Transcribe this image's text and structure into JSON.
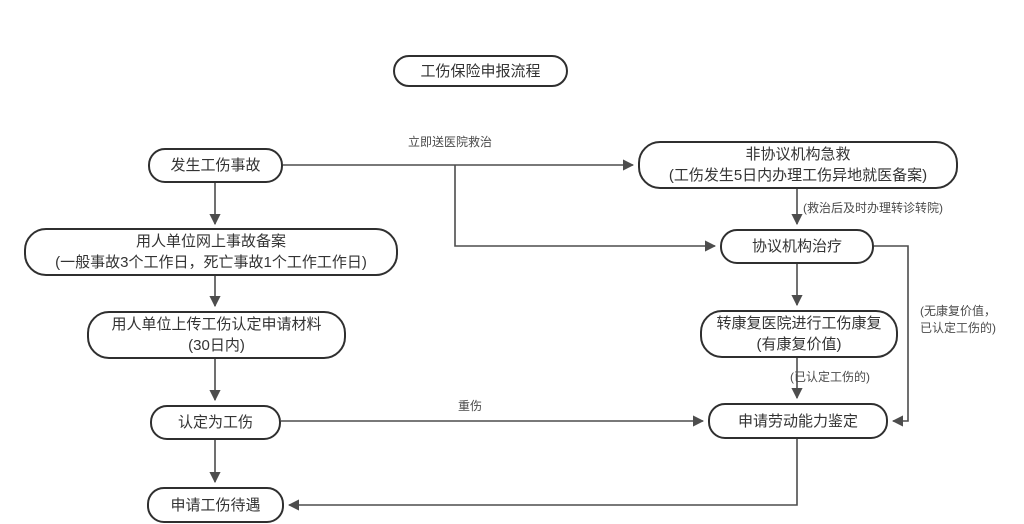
{
  "title": "工伤保险申报流程",
  "nodes": {
    "accident": {
      "label": "发生工伤事故"
    },
    "non_agreement": {
      "label": "非协议机构急救",
      "sub": "(工伤发生5日内办理工伤异地就医备案)"
    },
    "employer_filing": {
      "label": "用人单位网上事故备案",
      "sub": "(一般事故3个工作日，死亡事故1个工作工作日)"
    },
    "agreement": {
      "label": "协议机构治疗"
    },
    "upload": {
      "label": "用人单位上传工伤认定申请材料",
      "sub": "(30日内)"
    },
    "rehab": {
      "label": "转康复医院进行工伤康复",
      "sub": "(有康复价值)"
    },
    "recognized": {
      "label": "认定为工伤"
    },
    "appraisal": {
      "label": "申请劳动能力鉴定"
    },
    "benefits": {
      "label": "申请工伤待遇"
    }
  },
  "edge_labels": {
    "immediate_rescue": "立即送医院救治",
    "transfer_referral": "(救治后及时办理转诊转院)",
    "recognized_injury": "(已认定工伤的)",
    "no_rehab_line1": "(无康复价值，",
    "no_rehab_line2": "已认定工伤的)",
    "serious_injury": "重伤"
  },
  "colors": {
    "background": "#ffffff",
    "node_border": "#2f2f2f",
    "node_fill": "#ffffff",
    "text": "#333333",
    "edge": "#4d4d4d",
    "edge_label": "#4a4a4a"
  }
}
